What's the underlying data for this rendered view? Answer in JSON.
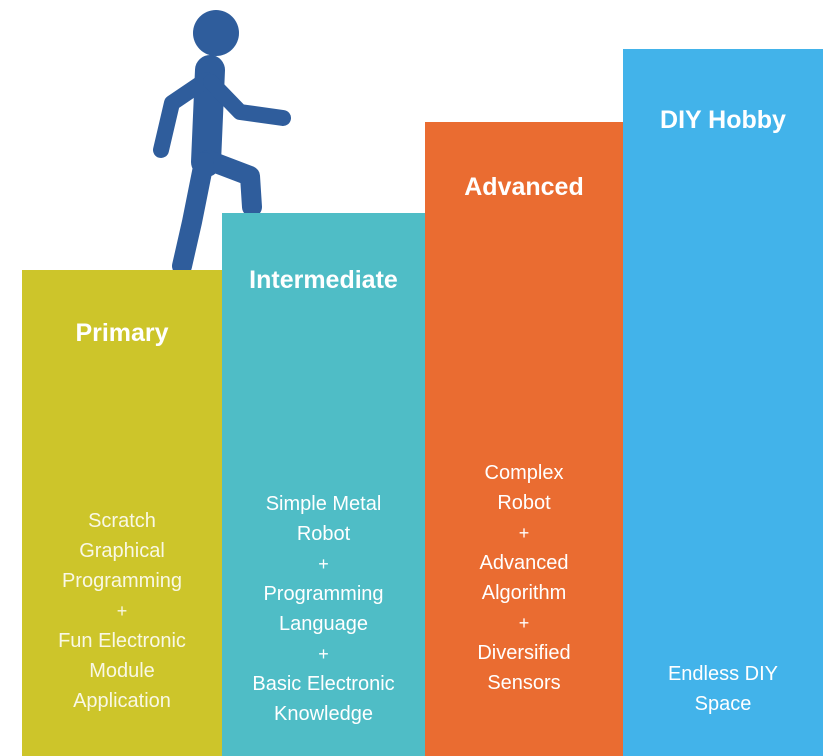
{
  "steps": [
    {
      "title": "Primary",
      "lines": [
        "Scratch",
        "Graphical",
        "Programming",
        "+",
        "Fun Electronic",
        "Module",
        "Application"
      ]
    },
    {
      "title": "Intermediate",
      "lines": [
        "Simple Metal",
        "Robot",
        "+",
        "Programming",
        "Language",
        "+",
        "Basic Electronic",
        "Knowledge"
      ]
    },
    {
      "title": "Advanced",
      "lines": [
        "Complex",
        "Robot",
        "+",
        "Advanced",
        "Algorithm",
        "+",
        "Diversified",
        "Sensors"
      ]
    },
    {
      "title": "DIY Hobby",
      "lines": [
        "Endless DIY",
        "Space"
      ]
    }
  ],
  "colors": {
    "primary": "#cdc52a",
    "intermediate": "#4fbdc6",
    "advanced": "#ea6c31",
    "diy": "#42b3ea",
    "walker": "#2f5d9c",
    "text": "#ffffff"
  },
  "icons": {
    "walker": "walking-person-icon"
  }
}
